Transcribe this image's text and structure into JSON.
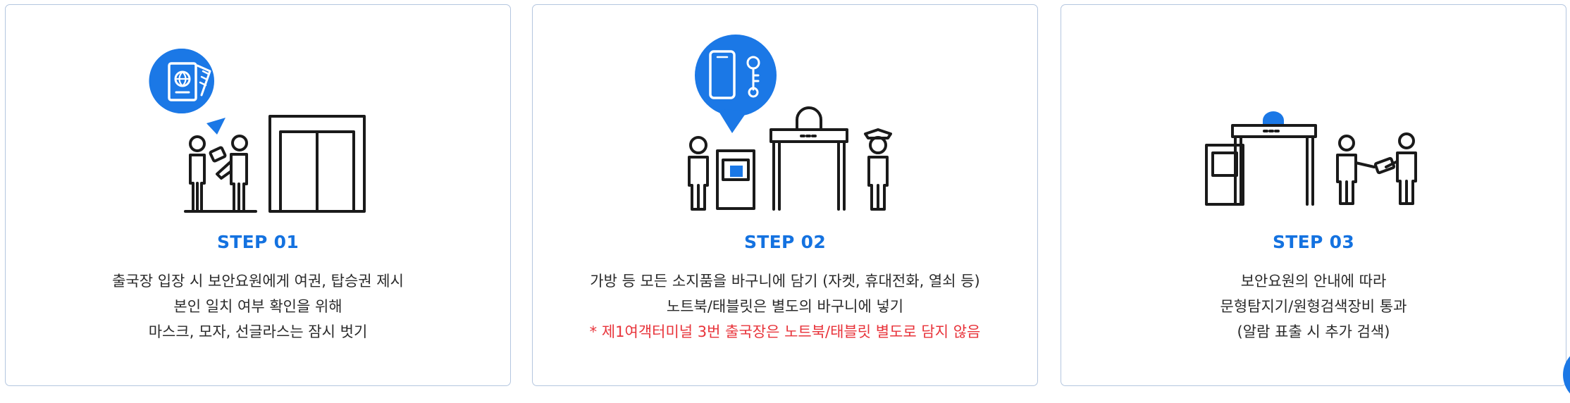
{
  "colors": {
    "accent": "#1472e0",
    "warning": "#e8333a",
    "bubble": "#1b78e6",
    "card_border": "#b4c6df"
  },
  "steps": [
    {
      "step_label": "STEP 01",
      "lines": [
        "출국장 입장 시 보안요원에게 여권, 탑승권 제시",
        "본인 일치 여부 확인을 위해",
        "마스크, 모자, 선글라스는 잠시 벗기"
      ],
      "icons": [
        "passport-icon",
        "boarding-pass-icon",
        "officer-checking-passenger-icon",
        "departure-gate-icon"
      ]
    },
    {
      "step_label": "STEP 02",
      "lines": [
        "가방 등 모든 소지품을 바구니에 담기 (자켓, 휴대전화, 열쇠 등)",
        "노트북/태블릿은 별도의 바구니에 넣기"
      ],
      "warning": "* 제1여객터미널 3번 출국장은 노트북/태블릿 별도로 담지 않음",
      "icons": [
        "smartphone-icon",
        "key-icon",
        "passenger-icon",
        "baggage-bin-icon",
        "metal-detector-gate-icon",
        "security-officer-icon"
      ]
    },
    {
      "step_label": "STEP 03",
      "lines": [
        "보안요원의 안내에 따라",
        "문형탐지기/원형검색장비 통과",
        "(알람 표출 시 추가 검색)"
      ],
      "icons": [
        "scanner-booth-icon",
        "metal-detector-gate-icon",
        "hand-wand-search-icon"
      ]
    }
  ]
}
